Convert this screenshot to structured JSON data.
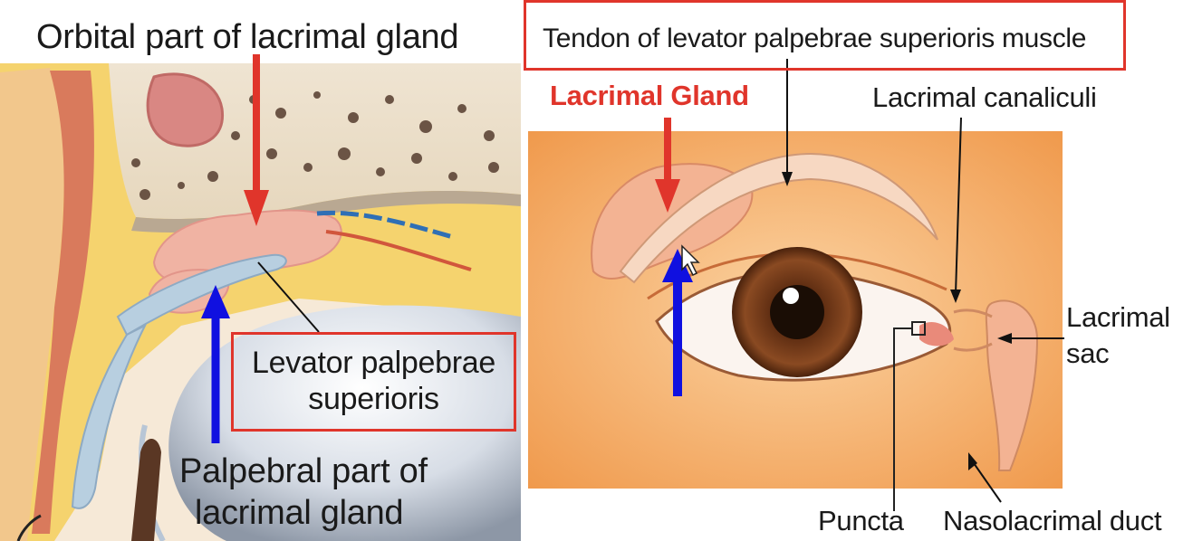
{
  "labels": {
    "orbital_part": "Orbital part of lacrimal gland",
    "levator": [
      "Levator palpebrae",
      "superioris"
    ],
    "palpebral_part": [
      "Palpebral part of",
      "lacrimal gland"
    ],
    "tendon": "Tendon of levator palpebrae superioris muscle",
    "lacrimal_gland": "Lacrimal Gland",
    "canaliculi": "Lacrimal canaliculi",
    "lacrimal_sac": [
      "Lacrimal",
      "sac"
    ],
    "puncta": "Puncta",
    "nasolacrimal_duct": "Nasolacrimal duct"
  },
  "colors": {
    "accent_red": "#e0352b",
    "arrow_blue": "#1010e0",
    "iris": "#7a3a18",
    "skin": "#f4a15a"
  }
}
